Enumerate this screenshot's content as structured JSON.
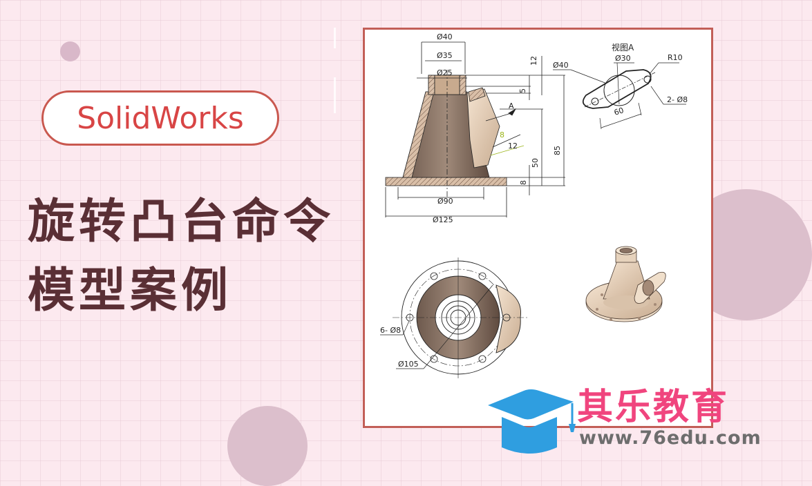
{
  "badge": {
    "label": "SolidWorks"
  },
  "title": {
    "line1": "旋转凸台命令",
    "line2": "模型案例"
  },
  "drawing": {
    "section_view": {
      "dims": [
        "Ø40",
        "Ø35",
        "Ø25",
        "12",
        "5",
        "A",
        "8",
        "12",
        "50",
        "85",
        "8",
        "Ø90",
        "Ø125"
      ]
    },
    "view_a": {
      "title": "视图A",
      "dims": [
        "Ø40",
        "Ø30",
        "R10",
        "2- Ø8",
        "60"
      ]
    },
    "top_view": {
      "dims": [
        "6- Ø8",
        "Ø105"
      ]
    },
    "iso_view": {
      "label": "3D model"
    }
  },
  "brand": {
    "name": "其乐教育",
    "url": "www.76edu.com"
  },
  "colors": {
    "background": "#fce9ef",
    "accent_red": "#c9584f",
    "badge_text": "#d84545",
    "title_text": "#5a2f35",
    "brand_pink": "#f0457e",
    "brand_blue": "#2f9ee0",
    "circle": "#dcbfcc"
  }
}
